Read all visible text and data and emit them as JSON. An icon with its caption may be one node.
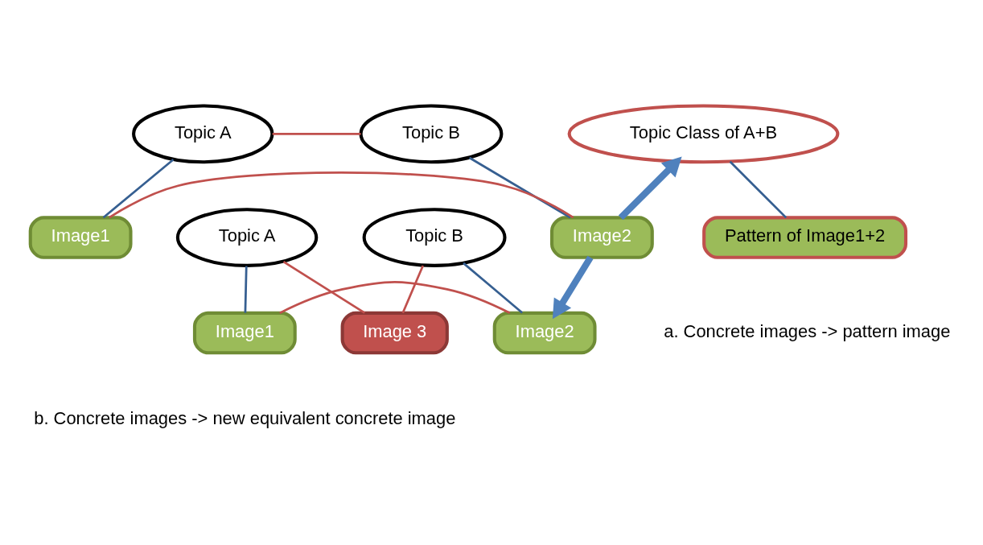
{
  "diagram": {
    "nodes": [
      {
        "text": [
          "Topic A"
        ]
      },
      {
        "text": [
          "Topic B"
        ]
      },
      {
        "text": [
          "Image1"
        ]
      },
      {
        "text": [
          "Image2"
        ]
      },
      {
        "text": [
          "Topic Class of A+B"
        ]
      },
      {
        "text": [
          "Pattern of Image1+2"
        ]
      },
      {
        "text": [
          "Topic A"
        ]
      },
      {
        "text": [
          "Topic B"
        ]
      },
      {
        "text": [
          "Image1"
        ]
      },
      {
        "text": [
          "Image2"
        ]
      },
      {
        "text": [
          "Image 3"
        ]
      }
    ],
    "edges": [
      {
        "from": 0,
        "to": 1,
        "arrow": "none",
        "color": "#c0504d"
      },
      {
        "from": 0,
        "to": 2,
        "arrow": "none",
        "color": "#365f91"
      },
      {
        "from": 1,
        "to": 3,
        "arrow": "none",
        "color": "#365f91"
      },
      {
        "from": 2,
        "to": 3,
        "arrow": "none",
        "color": "#c0504d"
      },
      {
        "from": 3,
        "to": 4,
        "arrow": "to",
        "style": "thick",
        "color": "#4f81bd"
      },
      {
        "from": 4,
        "to": 5,
        "arrow": "none",
        "color": "#365f91"
      },
      {
        "from": 3,
        "to": 9,
        "arrow": "to",
        "style": "thick",
        "color": "#4f81bd"
      },
      {
        "from": 6,
        "to": 10,
        "arrow": "none",
        "color": "#c0504d"
      },
      {
        "from": 7,
        "to": 10,
        "arrow": "none",
        "color": "#c0504d"
      },
      {
        "from": 6,
        "to": 8,
        "arrow": "none",
        "color": "#365f91"
      },
      {
        "from": 7,
        "to": 9,
        "arrow": "none",
        "color": "#365f91"
      },
      {
        "from": 8,
        "to": 9,
        "arrow": "none",
        "color": "#c0504d"
      }
    ],
    "labels": [
      "a. Concrete images -> pattern image",
      "b. Concrete images -> new equivalent concrete image"
    ]
  }
}
